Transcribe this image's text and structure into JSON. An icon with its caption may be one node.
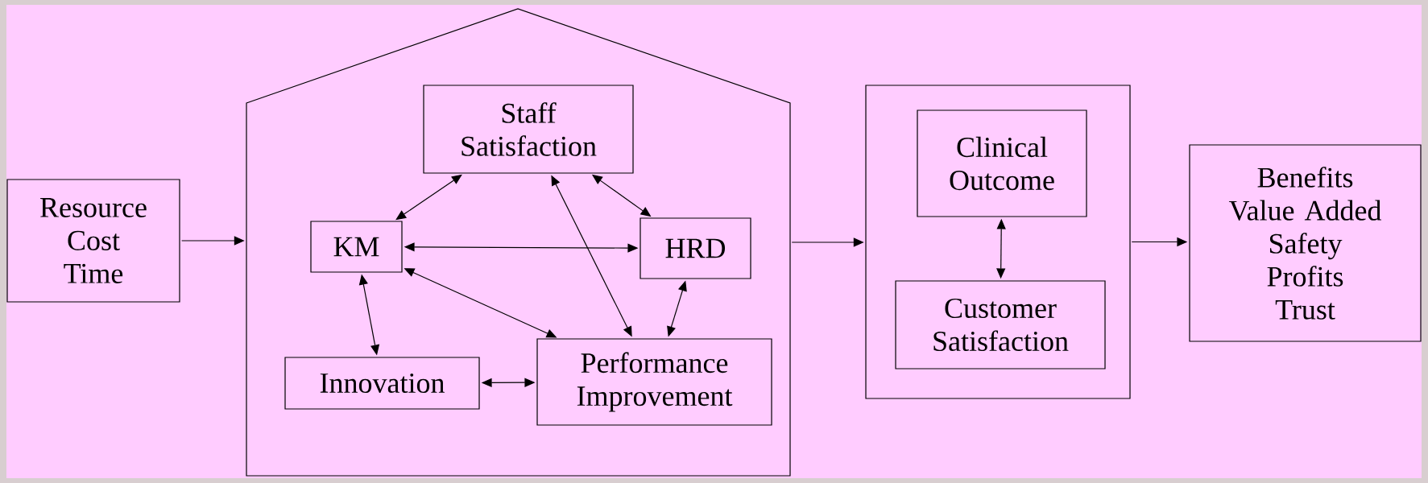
{
  "diagram": {
    "nodes": [
      {
        "text": [
          "Resource",
          "Cost",
          "Time"
        ]
      },
      {
        "text": [],
        "shape": "pentagon"
      },
      {
        "text": [
          "Staff Satisfaction"
        ],
        "in": 1
      },
      {
        "text": [
          "KM"
        ],
        "in": 1
      },
      {
        "text": [
          "HRD"
        ],
        "in": 1
      },
      {
        "text": [
          "Innovation"
        ],
        "in": 1
      },
      {
        "text": [
          "Performance Improvement"
        ],
        "in": 1
      },
      {
        "text": [],
        "shape": "box"
      },
      {
        "text": [
          "Clinical Outcome"
        ],
        "in": 7
      },
      {
        "text": [
          "Customer Satisfaction"
        ],
        "in": 7
      },
      {
        "text": [
          "Benefits",
          "Value Added",
          "Safety",
          "Profits",
          "Trust"
        ]
      }
    ],
    "edges": [
      {
        "from": 0,
        "to": 1,
        "arrow": "to"
      },
      {
        "from": 3,
        "to": 2,
        "arrow": "both"
      },
      {
        "from": 2,
        "to": 4,
        "arrow": "both"
      },
      {
        "from": 3,
        "to": 4,
        "arrow": "both"
      },
      {
        "from": 3,
        "to": 6,
        "arrow": "both"
      },
      {
        "from": 2,
        "to": 6,
        "arrow": "both"
      },
      {
        "from": 4,
        "to": 6,
        "arrow": "both"
      },
      {
        "from": 3,
        "to": 5,
        "arrow": "both"
      },
      {
        "from": 5,
        "to": 6,
        "arrow": "both"
      },
      {
        "from": 1,
        "to": 7,
        "arrow": "to"
      },
      {
        "from": 8,
        "to": 9,
        "arrow": "both"
      },
      {
        "from": 7,
        "to": 10,
        "arrow": "to"
      }
    ]
  }
}
